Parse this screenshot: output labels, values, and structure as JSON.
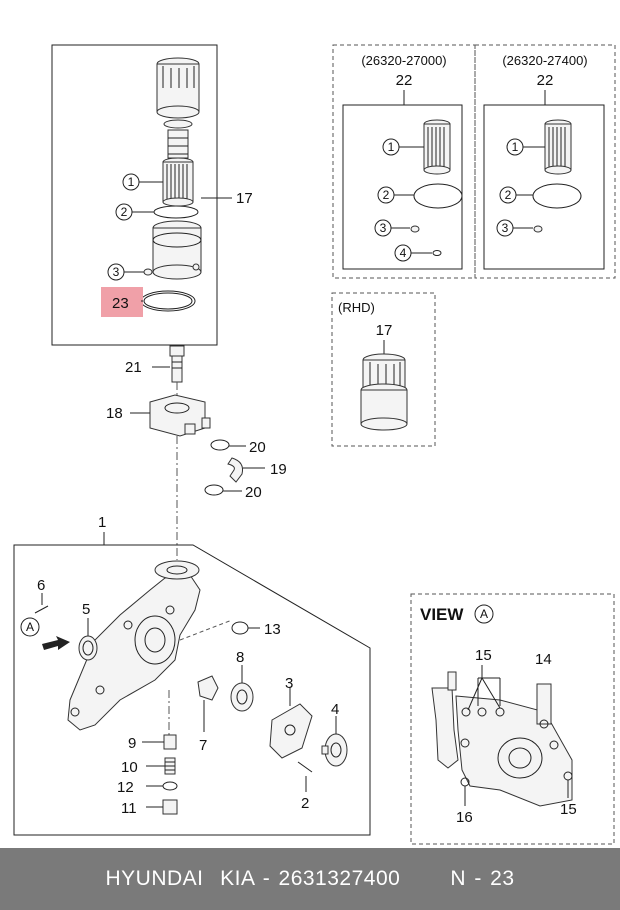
{
  "callouts": {
    "c1": "1",
    "c2": "2",
    "c3": "3",
    "c4": "4",
    "c5": "5",
    "c6": "6",
    "c7": "7",
    "c8": "8",
    "c9": "9",
    "c10": "10",
    "c11": "11",
    "c12": "12",
    "c13": "13",
    "c14": "14",
    "c15": "15",
    "c16": "16",
    "c17": "17",
    "c18": "18",
    "c19": "19",
    "c20": "20",
    "c21": "21",
    "c22": "22",
    "c23": "23"
  },
  "variant_a": {
    "part_no": "(26320-27000)"
  },
  "variant_b": {
    "part_no": "(26320-27400)"
  },
  "rhd": {
    "label": "(RHD)"
  },
  "view": {
    "label": "VIEW",
    "marker": "A"
  },
  "arrow_marker": "A",
  "highlight_color": "#f0a0a8",
  "footer": {
    "text": "HYUNDAI  KIA - 2631327400      N - 23"
  }
}
